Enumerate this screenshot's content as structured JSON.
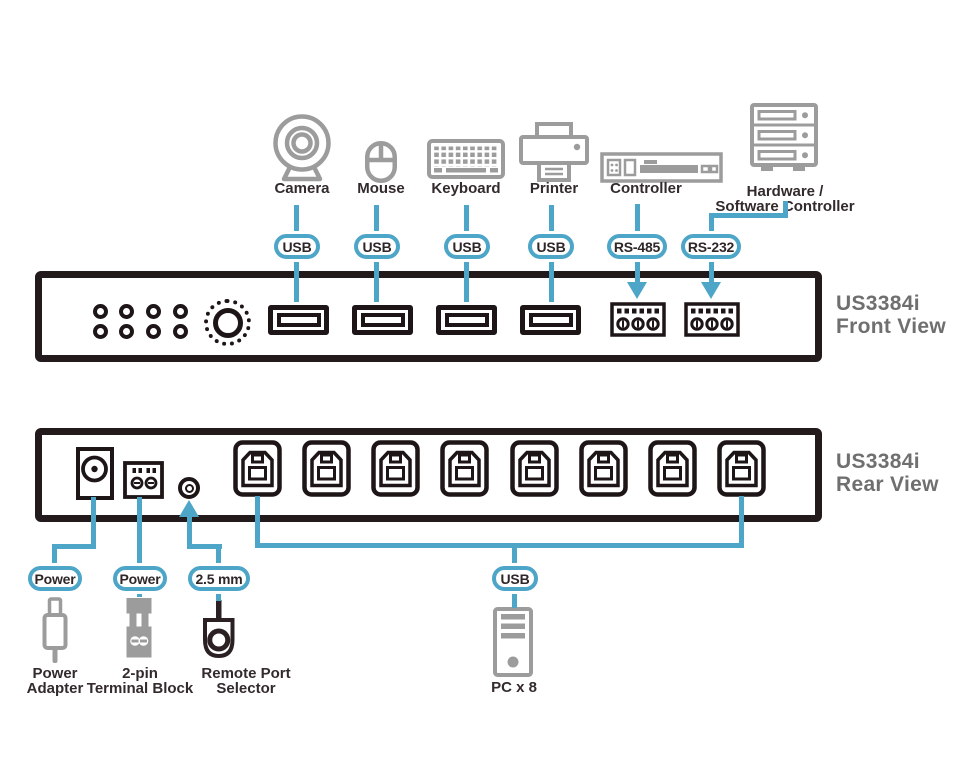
{
  "titles": {
    "front_model": "US3384i",
    "front_view": "Front View",
    "rear_model": "US3384i",
    "rear_view": "Rear View"
  },
  "top_devices": {
    "camera": "Camera",
    "mouse": "Mouse",
    "keyboard": "Keyboard",
    "printer": "Printer",
    "controller": "Controller",
    "hw_sw_controller_line1": "Hardware /",
    "hw_sw_controller_line2": "Software Controller"
  },
  "top_connectors": {
    "usb_camera": "USB",
    "usb_mouse": "USB",
    "usb_keyboard": "USB",
    "usb_printer": "USB",
    "rs485": "RS-485",
    "rs232": "RS-232"
  },
  "bottom_connectors": {
    "power_adapter": "Power",
    "power_terminal": "Power",
    "jack_25mm": "2.5 mm",
    "usb_pc": "USB"
  },
  "bottom_devices": {
    "power_adapter_line1": "Power",
    "power_adapter_line2": "Adapter",
    "terminal_block_line1": "2-pin",
    "terminal_block_line2": "Terminal Block",
    "remote_selector_line1": "Remote Port",
    "remote_selector_line2": "Selector",
    "pc": "PC x 8"
  },
  "colors": {
    "accent_blue": "#4da5c8",
    "outline_dark": "#231a1b",
    "icon_gray": "#9c9c9c",
    "title_gray": "#6f6f6f",
    "label_dark": "#332a2b"
  }
}
